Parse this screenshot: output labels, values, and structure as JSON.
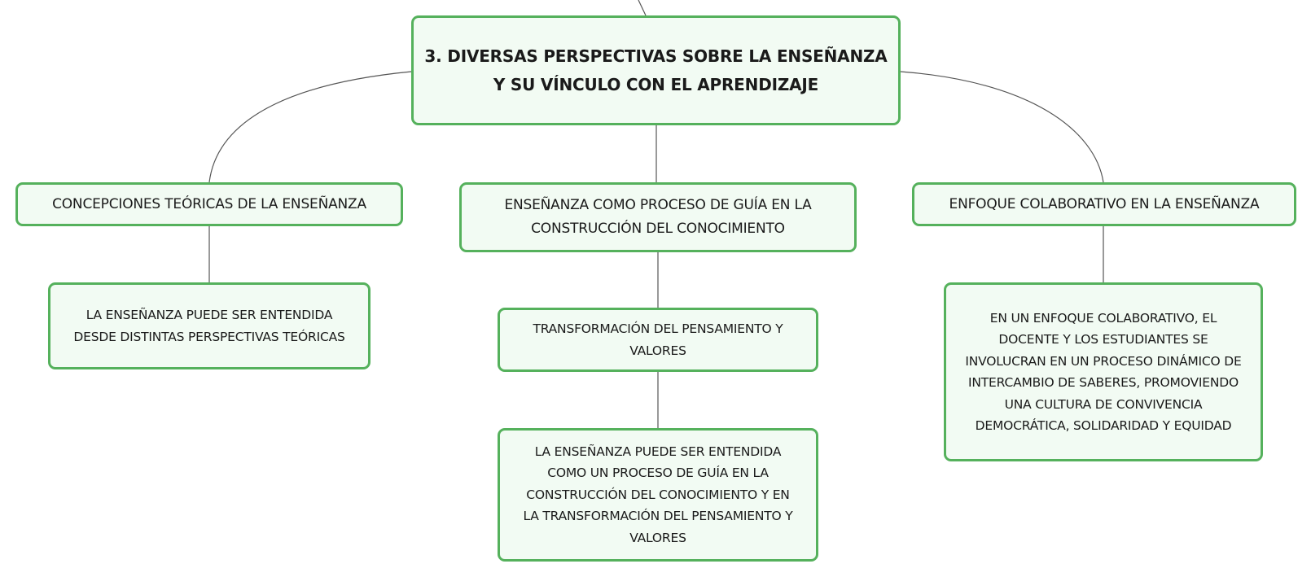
{
  "map": {
    "central": {
      "line1": "3. DIVERSAS PERSPECTIVAS SOBRE LA ENSEÑANZA",
      "line2": "Y SU VÍNCULO CON EL APRENDIZAJE"
    },
    "branch_left": {
      "line1": "CONCEPCIONES TEÓRICAS DE LA ENSEÑANZA"
    },
    "branch_center": {
      "line1": "ENSEÑANZA COMO PROCESO DE GUÍA EN LA",
      "line2": "CONSTRUCCIÓN DEL CONOCIMIENTO"
    },
    "branch_right": {
      "line1": "ENFOQUE COLABORATIVO EN LA ENSEÑANZA"
    },
    "left_child": {
      "line1": "LA ENSEÑANZA PUEDE SER ENTENDIDA",
      "line2": "DESDE DISTINTAS PERSPECTIVAS TEÓRICAS"
    },
    "center_child": {
      "line1": "TRANSFORMACIÓN DEL PENSAMIENTO Y",
      "line2": "VALORES"
    },
    "center_grandchild": {
      "line1": "LA ENSEÑANZA PUEDE SER ENTENDIDA",
      "line2": "COMO UN PROCESO DE GUÍA EN LA",
      "line3": "CONSTRUCCIÓN DEL CONOCIMIENTO Y EN",
      "line4": "LA TRANSFORMACIÓN DEL PENSAMIENTO Y",
      "line5": "VALORES"
    },
    "right_child": {
      "line1": "EN UN ENFOQUE COLABORATIVO, EL",
      "line2": "DOCENTE Y LOS ESTUDIANTES SE",
      "line3": "INVOLUCRAN EN UN PROCESO DINÁMICO DE",
      "line4": "INTERCAMBIO DE SABERES, PROMOVIENDO",
      "line5": "UNA CULTURA DE CONVIVENCIA",
      "line6": "DEMOCRÁTICA, SOLIDARIDAD Y EQUIDAD"
    }
  },
  "colors": {
    "node_border": "#55b15c",
    "node_fill": "#f2fbf3",
    "connector": "#555555",
    "text": "#1a1a1a"
  }
}
